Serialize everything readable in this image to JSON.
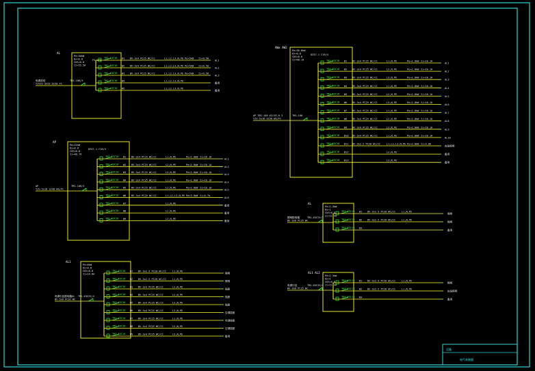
{
  "title_block": {
    "label": "设备",
    "sheet": "电气系统图"
  },
  "colors": {
    "frame": "#2fd6d6",
    "box": "#ffff33",
    "wire": "#ffff33",
    "breaker": "#33ff33",
    "text": "#e8e8e8"
  },
  "panels": [
    {
      "id": "AL",
      "tag": "AL",
      "params": [
        "Pe=30kW",
        "Kx=0.8",
        "COS=0.8",
        "Ij=55.5A"
      ],
      "incoming": [
        "电源进线",
        "YJV22-5X16 SC50 FC"
      ],
      "main_breaker": "TM1-100/3",
      "spd": "PZ-2/S",
      "circuits": [
        {
          "breaker": "TM1-63C16",
          "no": "W1",
          "cable": "BV-3x4 PC25 WC/CC",
          "phase": "L1,L2,L3,N,PE",
          "pe": "Pe=5kW",
          "ij": "Ij=9.5A",
          "dest": "AL1"
        },
        {
          "breaker": "TM1-63C16",
          "no": "W2",
          "cable": "BV-3x4 PC25 WC/CC",
          "phase": "L1,L2,L3,N,PE",
          "pe": "Pe=5kW",
          "ij": "Ij=9.5A",
          "dest": "AL2"
        },
        {
          "breaker": "TM1-63C16",
          "no": "W3",
          "cable": "BV-3x4 PC25 WC/CC",
          "phase": "L1,L2,L3,N,PE",
          "pe": "Pe=5kW",
          "ij": "Ij=9.5A",
          "dest": "AL3"
        },
        {
          "breaker": "TM1-63C16",
          "no": "W4",
          "cable": "",
          "phase": "L1,L2,L3,N,PE",
          "pe": "",
          "ij": "",
          "dest": "备用"
        },
        {
          "breaker": "TM1-63C16",
          "no": "W5",
          "cable": "",
          "phase": "L1,L2,L3,N,PE",
          "pe": "",
          "ij": "",
          "dest": "备用"
        }
      ]
    },
    {
      "id": "AP",
      "tag": "AP",
      "params": [
        "Pe=22kW",
        "Kx=0.8",
        "COS=0.8",
        "Ij=40.7A"
      ],
      "incoming": [
        "AP",
        "YJV-5x10 SC40 WS/FC"
      ],
      "main_breaker": "TM1-100/3",
      "spd": "DZ47-1 C16/4",
      "circuits": [
        {
          "breaker": "TM1-63C16",
          "no": "W1",
          "cable": "BV-3x4 PC25 WC/CC",
          "phase": "L1,N,PE",
          "pe": "Pe=2.0kW",
          "ij": "Ij=10.1A",
          "dest": "AL1"
        },
        {
          "breaker": "TM1-63C16",
          "no": "W2",
          "cable": "BV-3x4 PC25 WC/CC",
          "phase": "L2,N,PE",
          "pe": "Pe=2.0kW",
          "ij": "Ij=10.1A",
          "dest": "AL2"
        },
        {
          "breaker": "TM1-63C16",
          "no": "W3",
          "cable": "BV-3x4 PC25 WC/CC",
          "phase": "L3,N,PE",
          "pe": "Pe=2.0kW",
          "ij": "Ij=10.1A",
          "dest": "AL3"
        },
        {
          "breaker": "TM1-63C16",
          "no": "W4",
          "cable": "BV-3x4 PC25 WC/CC",
          "phase": "L1,N,PE",
          "pe": "Pe=2.0kW",
          "ij": "Ij=10.1A",
          "dest": "AL4"
        },
        {
          "breaker": "TM1-63C16",
          "no": "W5",
          "cable": "BV-3x4 PC25 WC/CC",
          "phase": "L2,N,PE",
          "pe": "Pe=2.0kW",
          "ij": "Ij=10.1A",
          "dest": "AL5"
        },
        {
          "breaker": "TM1-63C16",
          "no": "W6",
          "cable": "BV-3x4 PC25 WC/CC",
          "phase": "L1,L2,L3,N,PE",
          "pe": "Pe=3.0kW",
          "ij": "Ij=5.7A",
          "dest": "AL6"
        },
        {
          "breaker": "TM1-63C16",
          "no": "W7",
          "cable": "",
          "phase": "L1,N,PE",
          "pe": "",
          "ij": "",
          "dest": "备用"
        },
        {
          "breaker": "TM1-63C16",
          "no": "W8",
          "cable": "",
          "phase": "L2,N,PE",
          "pe": "",
          "ij": "",
          "dest": "备用"
        },
        {
          "breaker": "TM1-63C16",
          "no": "W9",
          "cable": "",
          "phase": "L3,N,PE",
          "pe": "",
          "ij": "",
          "dest": "备用"
        }
      ]
    },
    {
      "id": "AL1",
      "tag": "AL1",
      "params": [
        "Pe=8kW",
        "Kx=0.8",
        "COS=0.8",
        "Ij=14.8A"
      ],
      "incoming": [
        "电源引自配电箱AL",
        "BV-5x6 PC32 WC"
      ],
      "main_breaker": "TM1-63C25/4",
      "spd": "",
      "circuits": [
        {
          "breaker": "TM1-63C16",
          "no": "W1",
          "cable": "BV-3x2.5 PC20 WC/CC",
          "phase": "L1,N,PE",
          "pe": "",
          "ij": "",
          "dest": "照明"
        },
        {
          "breaker": "TM1-63C16",
          "no": "W2",
          "cable": "BV-3x2.5 PC20 WC/CC",
          "phase": "L1,N,PE",
          "pe": "",
          "ij": "",
          "dest": "照明"
        },
        {
          "breaker": "TM1-63C16",
          "no": "W3",
          "cable": "BV-3x4 PC25 WC/CC",
          "phase": "L2,N,PE",
          "pe": "",
          "ij": "",
          "dest": "插座"
        },
        {
          "breaker": "TM1-63C16",
          "no": "W4",
          "cable": "BV-3x4 PC25 WC/CC",
          "phase": "L2,N,PE",
          "pe": "",
          "ij": "",
          "dest": "插座"
        },
        {
          "breaker": "TM1-63C16",
          "no": "W5",
          "cable": "BV-3x4 PC25 WC/CC",
          "phase": "L3,N,PE",
          "pe": "",
          "ij": "",
          "dest": "插座"
        },
        {
          "breaker": "TM1-63C16",
          "no": "W6",
          "cable": "BV-3x4 PC25 WC/CC",
          "phase": "L3,N,PE",
          "pe": "",
          "ij": "",
          "dest": "空调插座"
        },
        {
          "breaker": "TM1-63C16",
          "no": "W7",
          "cable": "BV-3x4 PC25 WC/CC",
          "phase": "L1,N,PE",
          "pe": "",
          "ij": "",
          "dest": "空调插座"
        },
        {
          "breaker": "TM1-63C16",
          "no": "W8",
          "cable": "BV-3x4 PC25 WC/CC",
          "phase": "L2,N,PE",
          "pe": "",
          "ij": "",
          "dest": "空调插座"
        },
        {
          "breaker": "TM1-63C16",
          "no": "W9",
          "cable": "BV-3x4 PC25 WC/CC",
          "phase": "L3,N,PE",
          "pe": "",
          "ij": "",
          "dest": "备用"
        }
      ]
    },
    {
      "id": "AWE",
      "tag": "AWa AW2",
      "params": [
        "Pe=36.8kW",
        "Kx=0.8",
        "COS=0.8",
        "Ij=68.1A"
      ],
      "incoming": [
        "AP  TM1-100 63/3P,0.3",
        "YJV-5x16 SC50 WS/FC"
      ],
      "main_breaker": "TM1-100",
      "spd": "DZ47-1 C16/4",
      "circuits": [
        {
          "breaker": "TM1-63C16",
          "no": "W1",
          "cable": "BV-3x4 PC25 WC/CC",
          "phase": "L1,N,PE",
          "pe": "Pe=2.0kW",
          "ij": "Ij=10.1A",
          "dest": "AL1"
        },
        {
          "breaker": "TM1-63C16",
          "no": "W2",
          "cable": "BV-3x4 PC25 WC/CC",
          "phase": "L2,N,PE",
          "pe": "Pe=2.0kW",
          "ij": "Ij=10.1A",
          "dest": "AL2"
        },
        {
          "breaker": "TM1-63C16",
          "no": "W3",
          "cable": "BV-3x4 PC25 WC/CC",
          "phase": "L3,N,PE",
          "pe": "Pe=2.0kW",
          "ij": "Ij=10.1A",
          "dest": "AL3"
        },
        {
          "breaker": "TM1-63C16",
          "no": "W4",
          "cable": "BV-3x4 PC25 WC/CC",
          "phase": "L1,N,PE",
          "pe": "Pe=2.0kW",
          "ij": "Ij=10.1A",
          "dest": "AL4"
        },
        {
          "breaker": "TM1-63C16",
          "no": "W5",
          "cable": "BV-3x4 PC25 WC/CC",
          "phase": "L2,N,PE",
          "pe": "Pe=2.0kW",
          "ij": "Ij=10.1A",
          "dest": "AL5"
        },
        {
          "breaker": "TM1-63C16",
          "no": "W6",
          "cable": "BV-3x4 PC25 WC/CC",
          "phase": "L3,N,PE",
          "pe": "Pe=2.0kW",
          "ij": "Ij=10.1A",
          "dest": "AL6"
        },
        {
          "breaker": "TM1-63C16",
          "no": "W7",
          "cable": "BV-3x4 PC25 WC/CC",
          "phase": "L1,N,PE",
          "pe": "Pe=2.0kW",
          "ij": "Ij=10.1A",
          "dest": "AL7"
        },
        {
          "breaker": "TM1-63C16",
          "no": "W8",
          "cable": "BV-3x4 PC25 WC/CC",
          "phase": "L2,N,PE",
          "pe": "Pe=2.0kW",
          "ij": "Ij=10.1A",
          "dest": "AL8"
        },
        {
          "breaker": "TM1-63C16",
          "no": "W9",
          "cable": "BV-3x4 PC25 WC/CC",
          "phase": "L3,N,PE",
          "pe": "Pe=2.0kW",
          "ij": "Ij=10.1A",
          "dest": "AL9"
        },
        {
          "breaker": "TM1-63C16",
          "no": "W10",
          "cable": "BV-3x4 PC25 WC/CC",
          "phase": "L1,N,PE",
          "pe": "Pe=2.0kW",
          "ij": "Ij=10.1A",
          "dest": "AL10"
        },
        {
          "breaker": "TM1-63C16",
          "no": "W11",
          "cable": "BV-3x2.5 PC20 WC/CC",
          "phase": "L1,L2,L3,N,PE",
          "pe": "Pe=2.0kW",
          "ij": "Ij=3.8A",
          "dest": "应急照明"
        },
        {
          "breaker": "TM1-63C16",
          "no": "W12",
          "cable": "",
          "phase": "L2,N,PE",
          "pe": "",
          "ij": "",
          "dest": "备用"
        },
        {
          "breaker": "TM1-63C16",
          "no": "W13",
          "cable": "",
          "phase": "L3,N,PE",
          "pe": "",
          "ij": "",
          "dest": "备用"
        }
      ]
    },
    {
      "id": "ALS",
      "tag": "AL",
      "params": [
        "Pe=2.5kW",
        "Kx=1",
        "COS=0.8",
        "Ij=11.4A"
      ],
      "incoming": [
        "照明配电箱",
        "BV-3x6 PC25 WC"
      ],
      "main_breaker": "TM1-63C25/2",
      "spd": "",
      "circuits": [
        {
          "breaker": "TM1-63C16",
          "no": "W1",
          "cable": "BV-3x2.5 PC20 WC/CC",
          "phase": "L1,N,PE",
          "pe": "",
          "ij": "",
          "dest": "照明"
        },
        {
          "breaker": "TM1-63C16",
          "no": "W2",
          "cable": "BV-3x2.5 PC20 WC/CC",
          "phase": "L1,N,PE",
          "pe": "",
          "ij": "",
          "dest": "照明"
        },
        {
          "breaker": "TM1-63C16",
          "no": "W3",
          "cable": "",
          "phase": "",
          "pe": "",
          "ij": "",
          "dest": "备用"
        }
      ]
    },
    {
      "id": "ALT",
      "tag": "AL1 AL2",
      "params": [
        "Pe=2.5kW",
        "Kx=1",
        "COS=0.8",
        "Ij=11.4A"
      ],
      "incoming": [
        "电源引自",
        "BV-3x6 PC25 WC"
      ],
      "main_breaker": "TM1-63C25/2",
      "spd": "",
      "circuits": [
        {
          "breaker": "TM1-63C16",
          "no": "W1",
          "cable": "BV-3x2.5 PC20 WC/CC",
          "phase": "L1,N,PE",
          "pe": "",
          "ij": "",
          "dest": "照明"
        },
        {
          "breaker": "TM1-63C16",
          "no": "W2",
          "cable": "BV-3x2.5 PC20 WC/CC",
          "phase": "L1,N,PE",
          "pe": "",
          "ij": "",
          "dest": "应急照明"
        },
        {
          "breaker": "TM1-63C16",
          "no": "W3",
          "cable": "",
          "phase": "",
          "pe": "",
          "ij": "",
          "dest": "备用"
        }
      ]
    }
  ]
}
